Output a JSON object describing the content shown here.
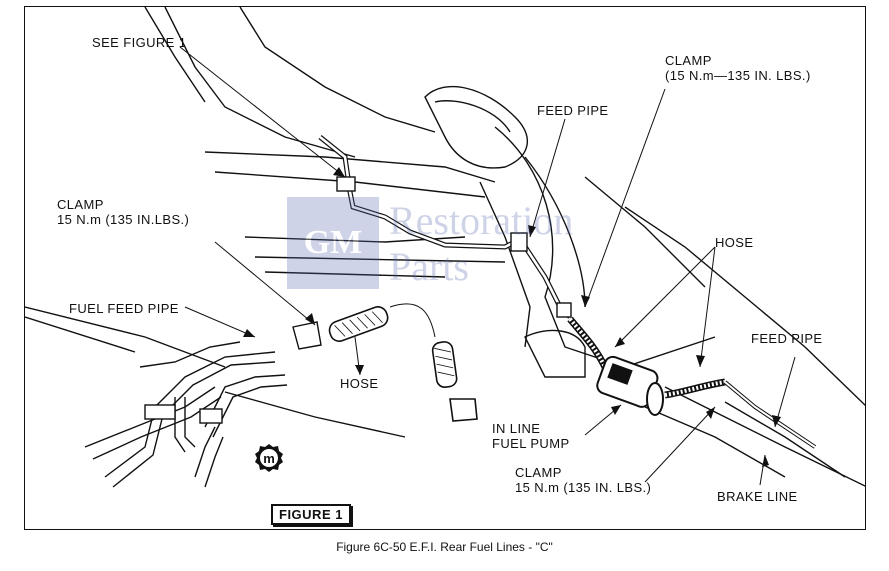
{
  "figure": {
    "caption": "Figure 6C-50 E.F.I. Rear Fuel Lines - \"C\"",
    "inset_title": "FIGURE 1"
  },
  "labels": {
    "see_figure": "SEE FIGURE 1",
    "clamp_top_right": "CLAMP\n(15 N.m—135 IN. LBS.)",
    "feed_pipe_top": "FEED PIPE",
    "clamp_left": "CLAMP\n15 N.m (135 IN.LBS.)",
    "hose_right": "HOSE",
    "fuel_feed_pipe": "FUEL FEED PIPE",
    "feed_pipe_right": "FEED PIPE",
    "hose_center": "HOSE",
    "in_line_fuel_pump": "IN LINE\nFUEL PUMP",
    "clamp_bottom": "CLAMP\n15 N.m (135 IN. LBS.)",
    "brake_line": "BRAKE LINE",
    "badge": "m"
  },
  "watermark": {
    "logo": "GM",
    "line1": "Restoration",
    "line2": "Parts"
  }
}
